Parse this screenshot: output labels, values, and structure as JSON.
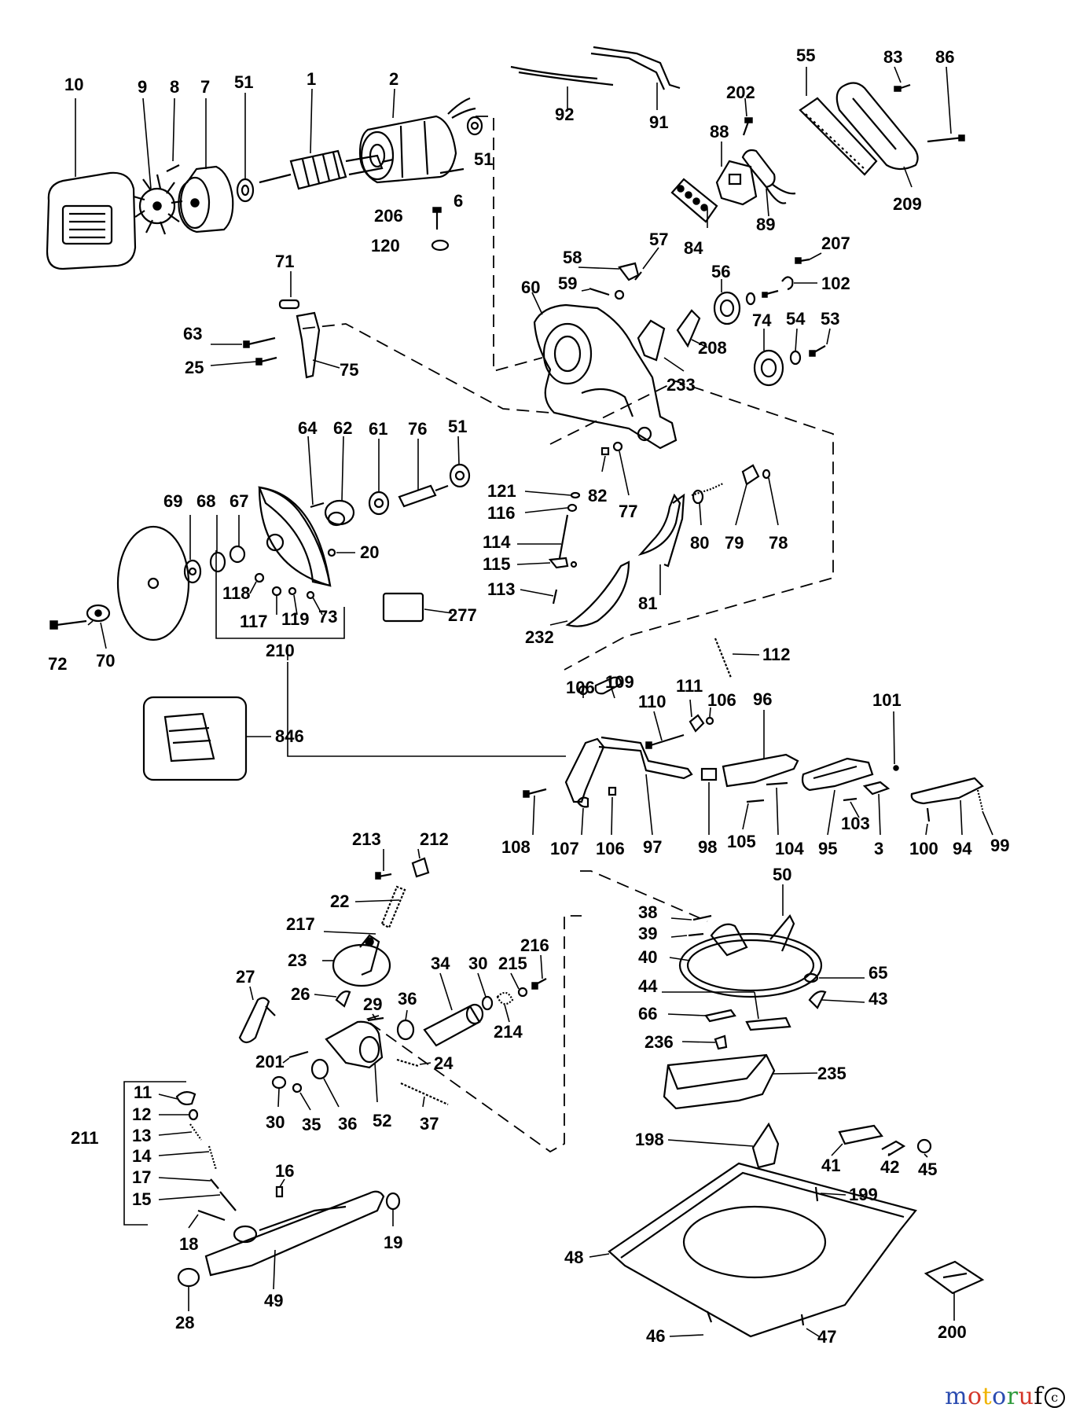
{
  "brand": {
    "letters": [
      "m",
      "o",
      "t",
      "o",
      "r",
      "u",
      "f"
    ],
    "suffix": "c",
    "colors": [
      "#2a4bb0",
      "#d4372a",
      "#f0b400",
      "#2a4bb0",
      "#2e9a3b",
      "#d4372a",
      "#000000"
    ]
  },
  "labels": {
    "l10": "10",
    "l9": "9",
    "l8": "8",
    "l7": "7",
    "l51a": "51",
    "l1": "1",
    "l2": "2",
    "l51b": "51",
    "l6": "6",
    "l206": "206",
    "l120": "120",
    "l92": "92",
    "l91": "91",
    "l202": "202",
    "l88": "88",
    "l89": "89",
    "l84": "84",
    "l55": "55",
    "l83": "83",
    "l86": "86",
    "l209": "209",
    "l71": "71",
    "l63": "63",
    "l25": "25",
    "l75": "75",
    "l58": "58",
    "l57": "57",
    "l60": "60",
    "l59": "59",
    "l207": "207",
    "l102": "102",
    "l56": "56",
    "l208": "208",
    "l233": "233",
    "l74": "74",
    "l54": "54",
    "l53": "53",
    "l64": "64",
    "l62": "62",
    "l61": "61",
    "l76": "76",
    "l51c": "51",
    "l69": "69",
    "l68": "68",
    "l67": "67",
    "l20": "20",
    "l118": "118",
    "l117": "117",
    "l119": "119",
    "l73": "73",
    "l72": "72",
    "l70": "70",
    "l210": "210",
    "l277": "277",
    "l121": "121",
    "l116": "116",
    "l114": "114",
    "l115": "115",
    "l113": "113",
    "l232": "232",
    "l82": "82",
    "l77": "77",
    "l80": "80",
    "l79": "79",
    "l78": "78",
    "l81": "81",
    "l846": "846",
    "l112": "112",
    "l106a": "106",
    "l109": "109",
    "l110": "110",
    "l111": "111",
    "l106b": "106",
    "l96": "96",
    "l101": "101",
    "l108": "108",
    "l107": "107",
    "l106c": "106",
    "l97": "97",
    "l98": "98",
    "l105": "105",
    "l104": "104",
    "l95": "95",
    "l103": "103",
    "l3": "3",
    "l100": "100",
    "l94": "94",
    "l99": "99",
    "l213": "213",
    "l212": "212",
    "l22": "22",
    "l217": "217",
    "l23": "23",
    "l27": "27",
    "l26": "26",
    "l29": "29",
    "l36a": "36",
    "l34": "34",
    "l30a": "30",
    "l215": "215",
    "l216": "216",
    "l214": "214",
    "l201": "201",
    "l24": "24",
    "l30b": "30",
    "l35": "35",
    "l36b": "36",
    "l52": "52",
    "l37": "37",
    "l211": "211",
    "l11": "11",
    "l12": "12",
    "l13": "13",
    "l14": "14",
    "l17": "17",
    "l15": "15",
    "l16": "16",
    "l18": "18",
    "l19": "19",
    "l28": "28",
    "l49": "49",
    "l50": "50",
    "l38": "38",
    "l39": "39",
    "l40": "40",
    "l65": "65",
    "l44": "44",
    "l43": "43",
    "l66": "66",
    "l236": "236",
    "l235": "235",
    "l198": "198",
    "l41": "41",
    "l42": "42",
    "l45": "45",
    "l199": "199",
    "l48": "48",
    "l46": "46",
    "l47": "47",
    "l200": "200"
  }
}
